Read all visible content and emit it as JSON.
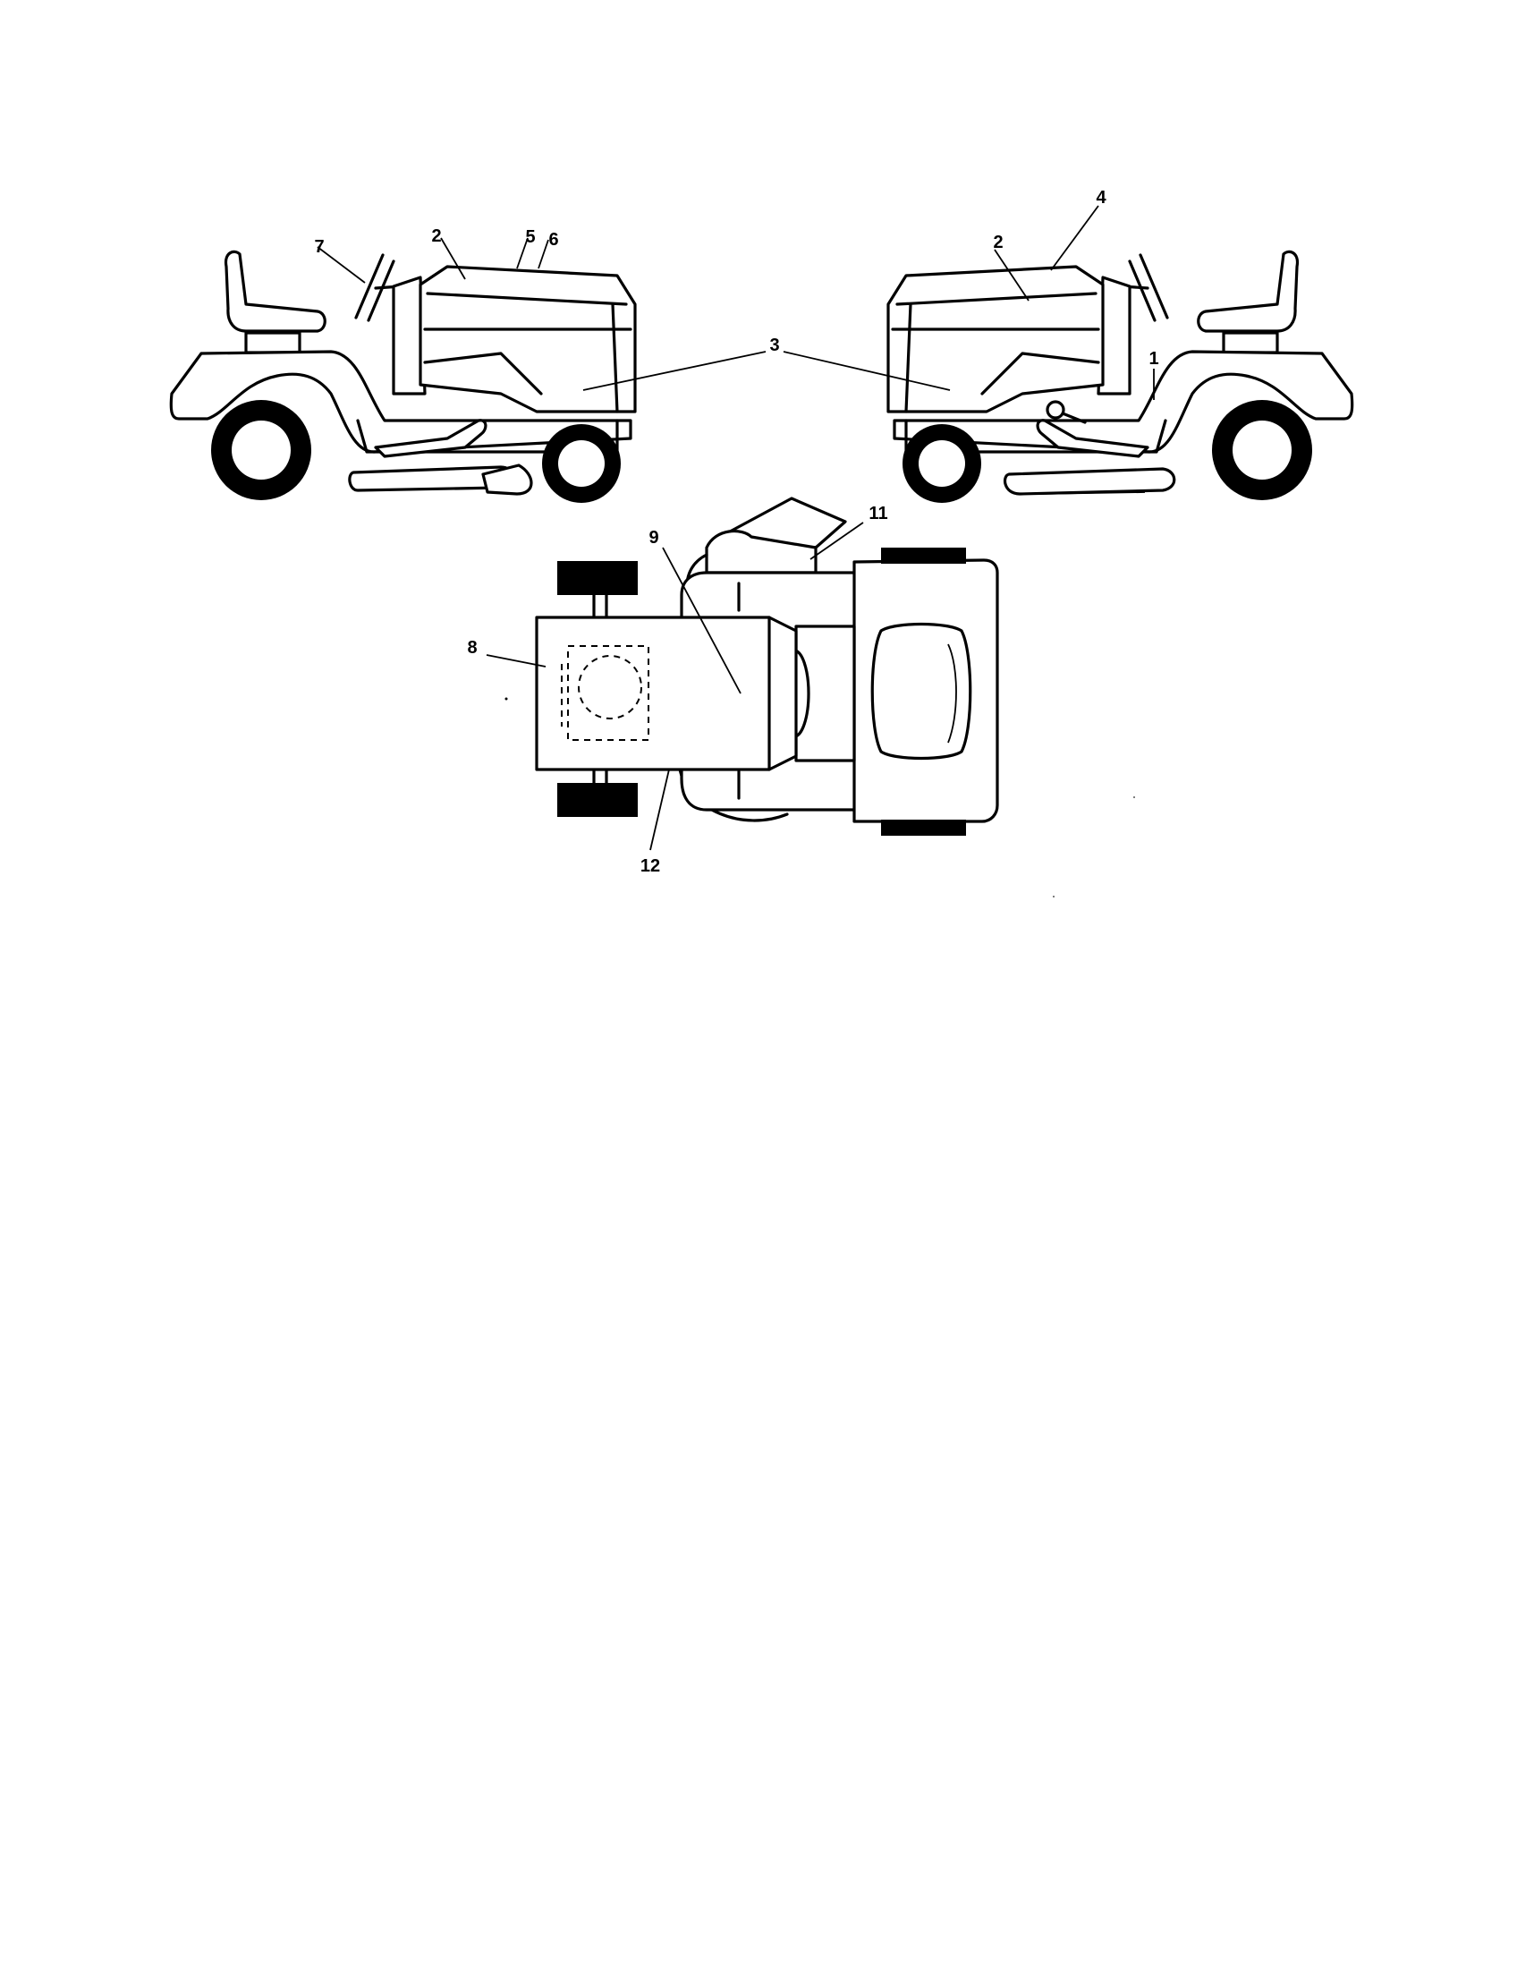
{
  "callouts": {
    "c1": "1",
    "c2a": "2",
    "c2b": "2",
    "c3": "3",
    "c4": "4",
    "c5": "5",
    "c6": "6",
    "c7": "7",
    "c8": "8",
    "c9": "9",
    "c11": "11",
    "c12": "12"
  }
}
